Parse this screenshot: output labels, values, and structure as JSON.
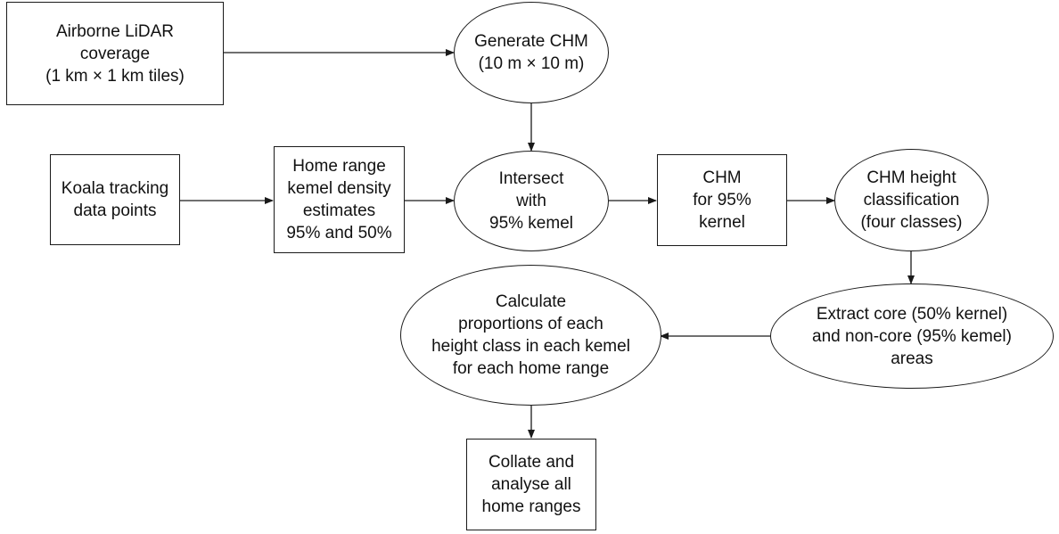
{
  "nodes": {
    "lidar": "Airborne LiDAR\ncoverage\n(1 km × 1 km tiles)",
    "generate_chm": "Generate CHM\n(10 m × 10 m)",
    "koala_tracking": "Koala tracking\ndata points",
    "home_range_kde": "Home range\nkemel density\nestimates\n95% and 50%",
    "intersect": "Intersect\nwith\n95% kemel",
    "chm_95": "CHM\nfor 95%\nkernel",
    "height_classification": "CHM height\nclassification\n(four classes)",
    "extract_core": "Extract core (50% kernel)\nand non-core (95% kemel)\nareas",
    "calculate_proportions": "Calculate\nproportions of each\nheight class in each kemel\nfor each home range",
    "collate": "Collate and\nanalyse all\nhome ranges"
  },
  "colors": {
    "stroke": "#1a1a1a",
    "text": "#111111",
    "background": "#ffffff"
  }
}
